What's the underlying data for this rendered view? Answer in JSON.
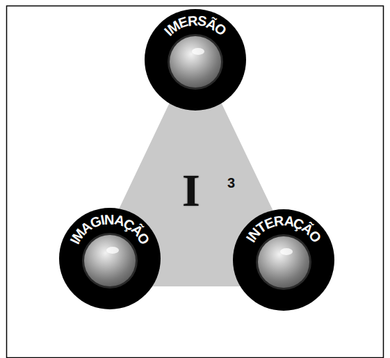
{
  "diagram": {
    "nodes": [
      {
        "text": [
          "IMERSÃO"
        ]
      },
      {
        "text": [
          "IMAGINAÇÃO"
        ]
      },
      {
        "text": [
          "INTERAÇÃO"
        ]
      }
    ],
    "labels": [
      "I",
      "3"
    ]
  }
}
